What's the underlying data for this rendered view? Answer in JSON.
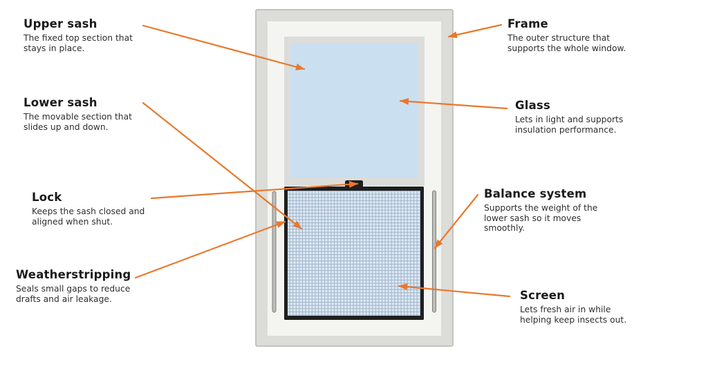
{
  "diagram": {
    "subject": "double-hung window parts",
    "colors": {
      "accent": "#E8782B",
      "frame_fill": "#DCDCD8",
      "frame_stroke": "#B6B6B1",
      "inner_fill": "#F4F4F0",
      "sash_fill": "#DCDCDA",
      "glass_fill": "#CADFF0",
      "mesh_bg": "#DCE8F4",
      "mesh_line": "#9FB4C8",
      "hardware_black": "#1F1F1F",
      "rail_fill": "#BDBDB9",
      "rail_stroke": "#7E7E7A"
    },
    "labels": {
      "upper_sash": {
        "title": "Upper sash",
        "desc_lines": [
          "The fixed top section that",
          "stays in place."
        ]
      },
      "lower_sash": {
        "title": "Lower sash",
        "desc_lines": [
          "The movable section that",
          "slides up and down."
        ]
      },
      "lock": {
        "title": "Lock",
        "desc_lines": [
          "Keeps the sash closed and",
          "aligned when shut."
        ]
      },
      "weatherstripping": {
        "title": "Weatherstripping",
        "desc_lines": [
          "Seals small gaps to reduce",
          "drafts and air leakage."
        ]
      },
      "frame": {
        "title": "Frame",
        "desc_lines": [
          "The outer structure that",
          "supports the whole window."
        ]
      },
      "glass": {
        "title": "Glass",
        "desc_lines": [
          "Lets in light and supports",
          "insulation performance."
        ]
      },
      "balance_system": {
        "title": "Balance system",
        "desc_lines": [
          "Supports the weight of the",
          "lower sash so it moves",
          "smoothly."
        ]
      },
      "screen": {
        "title": "Screen",
        "desc_lines": [
          "Lets fresh air in while",
          "helping keep insects out."
        ]
      }
    }
  }
}
